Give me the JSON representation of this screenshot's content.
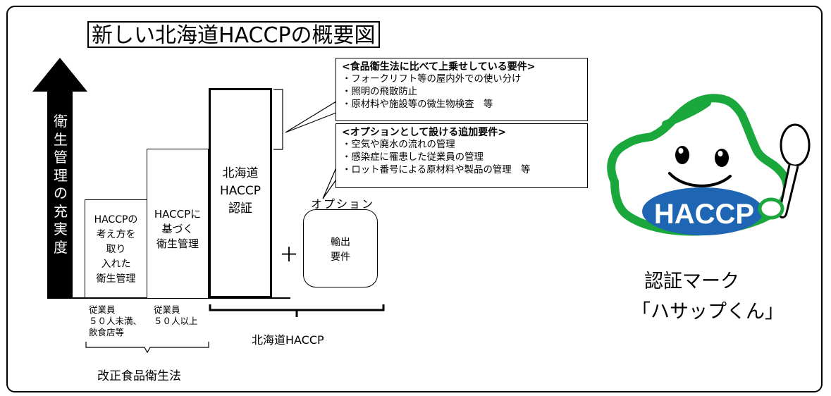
{
  "title": "新しい北海道HACCPの概要図",
  "axis_label_chars": [
    "衛",
    "生",
    "管",
    "理",
    "の",
    "充",
    "実",
    "度"
  ],
  "levels": {
    "small": "HACCPの\n考え方を\n取り\n入れた\n衛生管理",
    "mid": "HACCPに\n基づく\n衛生管理",
    "tall": "北海道\nHACCP\n認証"
  },
  "note_additional": {
    "heading": "<食品衛生法に比べて上乗せしている要件>",
    "items": [
      "・フォークリフト等の屋内外での使い分け",
      "・照明の飛散防止",
      "・原材料や施設等の微生物検査　等"
    ]
  },
  "note_option": {
    "heading": "<オプションとして設ける追加要件>",
    "items": [
      "・空気や廃水の流れの管理",
      "・感染症に罹患した従業員の管理",
      "・ロット番号による原材料や製品の管理　等"
    ]
  },
  "option": {
    "label": "オプション",
    "box_text": "輸出\n要件",
    "plus": "＋"
  },
  "scope_labels": {
    "under50": "従業員\n５０人未満、\n飲食店等",
    "over50": "従業員\n５０人以上",
    "hokkaido": "北海道HACCP",
    "law": "改正食品衛生法"
  },
  "mark": {
    "badge_text": "HACCP",
    "caption_line1": "認証マーク",
    "caption_line2": "「ハサップくん」"
  },
  "colors": {
    "mascot_green": "#1aa83c",
    "badge_blue": "#1e66b4",
    "line": "#000000"
  }
}
